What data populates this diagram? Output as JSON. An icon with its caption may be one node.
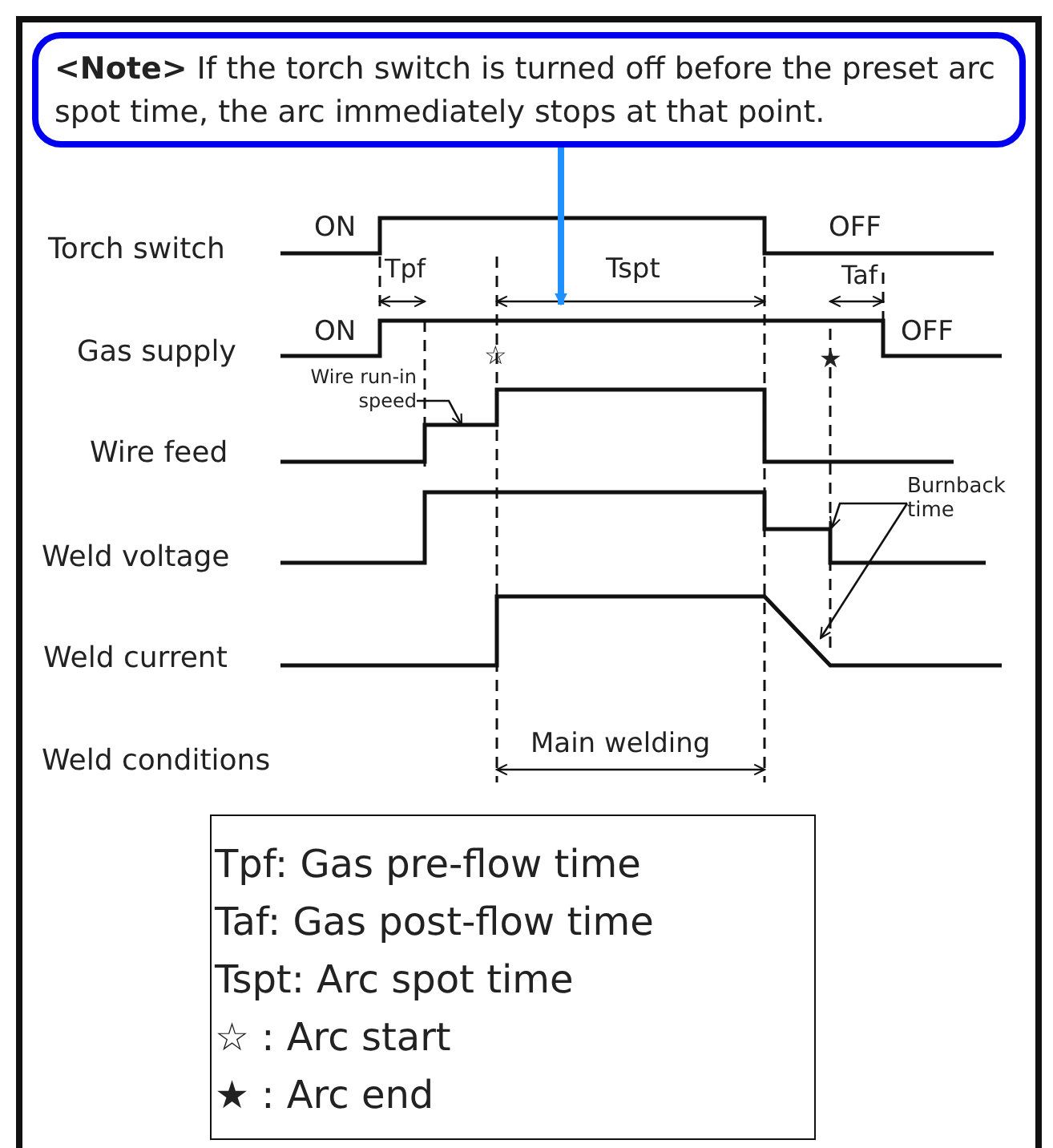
{
  "diagram": {
    "nodes": [
      {
        "text": [
          "**<Note>** If the torch switch is turned off before the preset arc spot time, the arc immediately stops at that point."
        ]
      },
      {
        "text": [
          "Wire run-in speed"
        ]
      },
      {
        "text": [
          "Burnback time"
        ]
      },
      {
        "text": [
          "Tpf: Gas pre-flow time",
          "Taf: Gas post-flow time",
          "Tspt: Arc spot time",
          "☆ : Arc start",
          "★ : Arc end"
        ]
      }
    ],
    "edges": [
      {
        "from": 0,
        "to": null,
        "arrow": "to",
        "style": "thick",
        "color": "#1e90ff"
      },
      {
        "from": 1,
        "to": null,
        "arrow": "to"
      },
      {
        "from": 2,
        "to": null,
        "arrow": "to"
      },
      {
        "from": 2,
        "to": null,
        "arrow": "to"
      }
    ],
    "labels": [
      "Torch switch",
      "ON",
      "OFF",
      "Tpf",
      "Tspt",
      "Taf",
      "Gas supply",
      "ON",
      "OFF",
      "☆",
      "★",
      "Wire feed",
      "Weld voltage",
      "Weld current",
      "Weld conditions",
      "Main welding"
    ]
  }
}
